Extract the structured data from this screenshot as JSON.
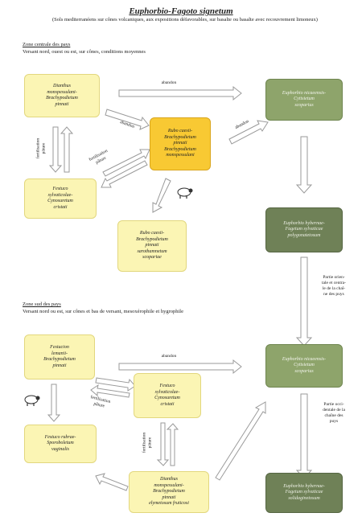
{
  "title": "Euphorbio-Fagoto signetum",
  "subtitle": "(Sols mediterranéens sur cônes volcaniques, aux expositions défavorables, sur basalte ou basalte avec recouvrement limoneux)",
  "zone1": {
    "heading": "Zone centrale des pays",
    "desc": "Versant nord, ouest ou est, sur cônes, conditions moyennes"
  },
  "zone2": {
    "heading": "Zone sud des pays",
    "desc": "Versant nord ou est, sur cônes et bas de versant, mesoxérophile et hygrophile"
  },
  "nodes": {
    "n1": "Dianthus\nmonspessulani-\nBrachypodietum\npinnati",
    "n2": "Rubo caesii-\nBrachypodietum\npinnati\nBrachypodietum\nmonspessulani",
    "n3": "Festuco\nsylvaticolae-\nCynosuretum\ncristati",
    "n4": "Rubo caesii-\nBrachypodietum\npinnati\nsarothamnetum\nscopariae",
    "n5": "Euphorbio nicaeensis-\nCytisietum\nscoparius",
    "n6": "Euphorbio hybernae-\nFagetum sylvaticae\npolygonatetosum",
    "n7": "Festucion\nlemanii-\nBrachypodietum\npinnati",
    "n8": "Festuco\nsylvaticolae-\nCynosuretum\ncristati",
    "n9": "Festuco rubrae-\nSporoboletum\nvaginalis",
    "n10": "Dianthus\nmonspessulani-\nBrachypodietum\npinnati\nelymetosum fruticosi",
    "n11": "Euphorbio nicaeensis-\nCytisietum\nscoparius",
    "n12": "Euphorbio hybernae-\nFagetum sylvaticae\nsolidaginetosum"
  },
  "labels": {
    "a1": "abandon",
    "a2": "abandon",
    "a3": "abandon",
    "a4": "abandon",
    "p1": "fertilisation\npâture",
    "p2": "fertilisation\npâture",
    "p3": "fertilisation\npâture",
    "p4": "fertilisation\npâture",
    "side1": "Partie orien-\ntale et centra-\nle de la chaî-\nne des puys",
    "side2": "Partie occi-\ndentale de la\nchaîne des\npuys"
  },
  "colors": {
    "pale": "#fbf5b4",
    "gold": "#f8c933",
    "olive_light": "#8ea46b",
    "olive_dark": "#6f8157",
    "arrow": "#9a9a9a"
  },
  "icons": [
    "sheep-icon",
    "sheep-icon"
  ]
}
